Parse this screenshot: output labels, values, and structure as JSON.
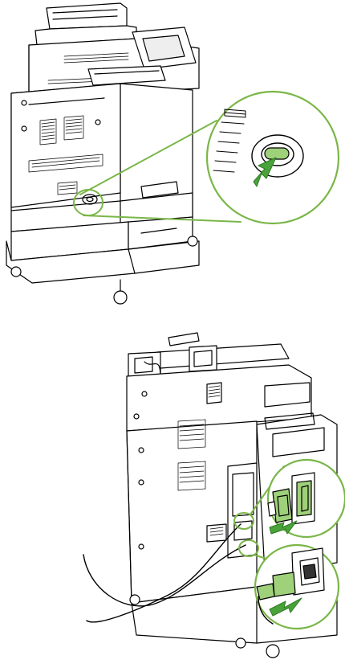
{
  "illustrations": [
    {
      "name": "printer-front-view",
      "callout": "power-switch-closeup",
      "icon": "power-switch-icon"
    },
    {
      "name": "printer-rear-view",
      "callouts": [
        "interface-cable-closeup",
        "power-cord-closeup"
      ],
      "icon": "unplug-cable-icon"
    }
  ],
  "colors": {
    "line": "#000000",
    "callout": "#7ab648",
    "arrow": "#4aa33a",
    "highlight": "#9fd07a",
    "background": "#ffffff"
  }
}
